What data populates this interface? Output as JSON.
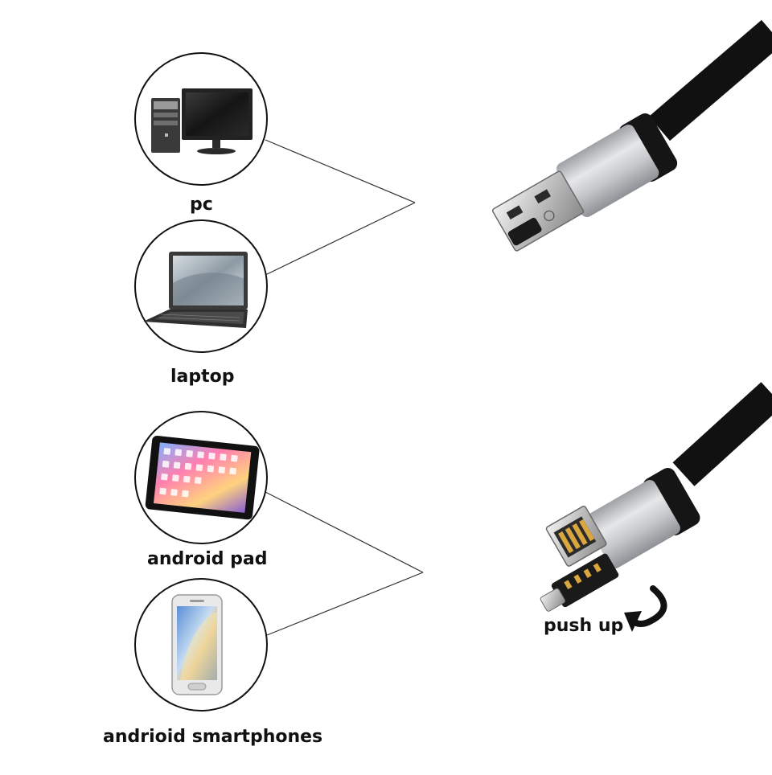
{
  "devices": [
    {
      "id": "pc",
      "label": "pc",
      "icon": "desktop-computer-icon"
    },
    {
      "id": "laptop",
      "label": "laptop",
      "icon": "laptop-icon"
    },
    {
      "id": "pad",
      "label": "android pad",
      "icon": "tablet-icon"
    },
    {
      "id": "phone",
      "label": "andrioid smartphones",
      "icon": "smartphone-icon"
    }
  ],
  "connectors": {
    "top": {
      "name": "usb-a-with-micro-usb-connector"
    },
    "bottom": {
      "name": "micro-usb-otg-connector",
      "action_label": "push up"
    }
  },
  "colors": {
    "cable": "#111111",
    "housing": "#c8cacd",
    "line": "#333333",
    "gold": "#d9a640"
  }
}
